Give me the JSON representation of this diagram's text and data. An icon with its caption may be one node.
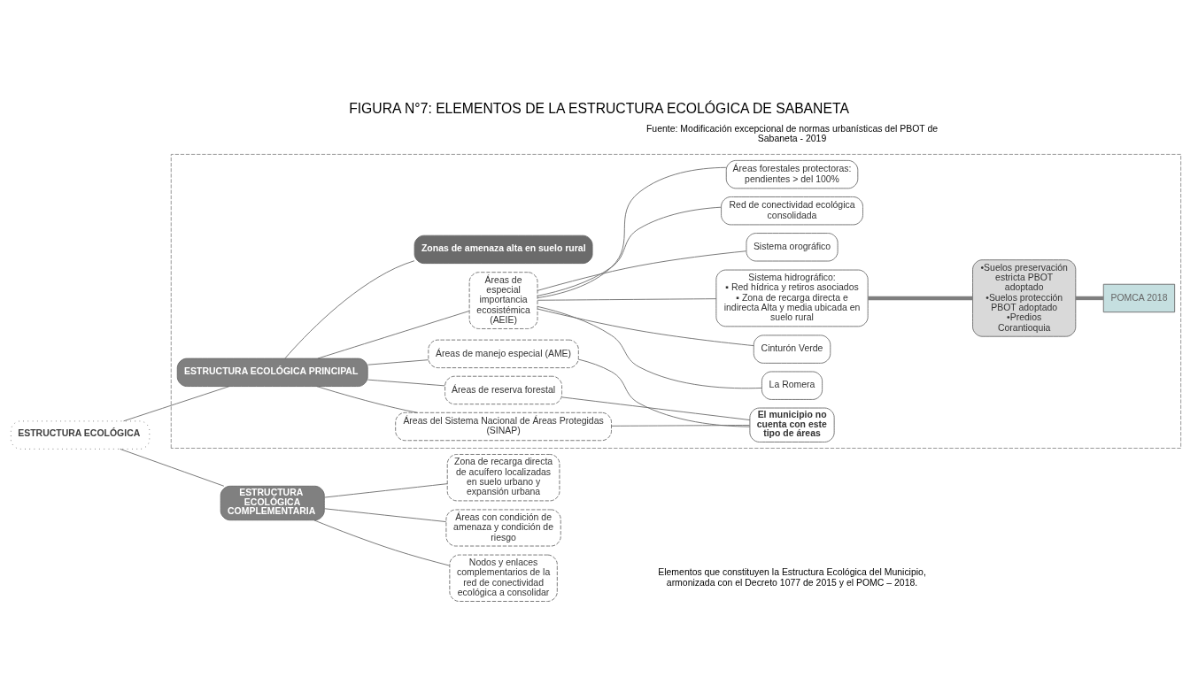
{
  "diagram": {
    "title": "FIGURA N°7: ELEMENTOS DE LA ESTRUCTURA ECOLÓGICA DE SABANETA",
    "caption": "Elementos que constituyen la Estructura Ecológica del Municipio, armonizada con el Decreto 1077 de 2015 y el POMC – 2018.",
    "nodes": [
      {
        "text": [
          "ESTRUCTURA ECOLÓGICA"
        ]
      },
      {
        "text": [],
        "shape": "box"
      },
      {
        "text": [
          "ESTRUCTURA ECOLÓGICA PRINCIPAL"
        ],
        "in": 1
      },
      {
        "text": [
          "Áreas del Sistema Nacional de Áreas Protegidas (SINAP)"
        ],
        "in": 1
      },
      {
        "text": [
          "Áreas de reserva forestal"
        ],
        "in": 1
      },
      {
        "text": [
          "Áreas de manejo especial (AME)"
        ],
        "in": 1
      },
      {
        "text": [
          "El municipio no cuenta con este tipo de áreas"
        ],
        "in": 1
      },
      {
        "text": [
          "Áreas de especial importancia ecosistémica (AEIE)"
        ],
        "in": 1
      },
      {
        "text": [
          "La Romera"
        ],
        "in": 1
      },
      {
        "text": [
          "Cinturón Verde"
        ],
        "in": 1
      },
      {
        "text": [
          "Sistema hidrográfico:",
          "▪ Red hídrica y retiros asociados",
          "▪ Zona de recarga directa e indirecta Alta y media ubicada en suelo rural"
        ],
        "in": 1
      },
      {
        "text": [
          "Sistema orográfico"
        ],
        "in": 1
      },
      {
        "text": [
          "Red de conectividad ecológica consolidada"
        ],
        "in": 1
      },
      {
        "text": [
          "Áreas forestales protectoras: pendientes > del 100%"
        ],
        "in": 1
      },
      {
        "text": [
          "•Suelos preservación estricta PBOT adoptado",
          "•Suelos protección PBOT adoptado",
          "•Predios Corantioquia"
        ],
        "in": 1
      },
      {
        "text": [
          "POMCA 2018"
        ],
        "in": 1
      },
      {
        "text": [
          "Zonas de amenaza alta en suelo rural"
        ],
        "in": 1
      },
      {
        "text": [
          "ESTRUCTURA ECOLÓGICA COMPLEMENTARIA"
        ]
      },
      {
        "text": [
          "Zona de recarga directa de acuífero localizadas en suelo urbano y expansión urbana"
        ]
      },
      {
        "text": [
          "Áreas con condición de amenaza y condición de riesgo"
        ]
      },
      {
        "text": [
          "Nodos y enlaces complementarios de la red de conectividad ecológica a consolidar"
        ]
      }
    ],
    "edges": [
      {
        "from": 0,
        "to": 2,
        "arrow": "none"
      },
      {
        "from": 0,
        "to": 17,
        "arrow": "none"
      },
      {
        "from": 2,
        "to": 3,
        "arrow": "none"
      },
      {
        "from": 2,
        "to": 4,
        "arrow": "none"
      },
      {
        "from": 2,
        "to": 5,
        "arrow": "none"
      },
      {
        "from": 2,
        "to": 7,
        "arrow": "none"
      },
      {
        "from": 2,
        "to": 16,
        "arrow": "none"
      },
      {
        "from": 3,
        "to": 6,
        "arrow": "none"
      },
      {
        "from": 4,
        "to": 6,
        "arrow": "none"
      },
      {
        "from": 5,
        "to": 6,
        "arrow": "none"
      },
      {
        "from": 7,
        "to": 8,
        "arrow": "none"
      },
      {
        "from": 7,
        "to": 9,
        "arrow": "none"
      },
      {
        "from": 7,
        "to": 10,
        "arrow": "none"
      },
      {
        "from": 7,
        "to": 11,
        "arrow": "none"
      },
      {
        "from": 7,
        "to": 12,
        "arrow": "none"
      },
      {
        "from": 7,
        "to": 13,
        "arrow": "none"
      },
      {
        "from": 10,
        "to": 14,
        "arrow": "none",
        "style": "thick",
        "color": "#7f7f7f"
      },
      {
        "from": 14,
        "to": 15,
        "arrow": "none",
        "style": "thick",
        "color": "#7f7f7f"
      },
      {
        "from": 17,
        "to": 18,
        "arrow": "none"
      },
      {
        "from": 17,
        "to": 19,
        "arrow": "none"
      },
      {
        "from": 17,
        "to": 20,
        "arrow": "none"
      }
    ],
    "labels": [
      "Fuente: Modificación excepcional de normas urbanísticas del PBOT de Sabaneta - 2019"
    ]
  }
}
